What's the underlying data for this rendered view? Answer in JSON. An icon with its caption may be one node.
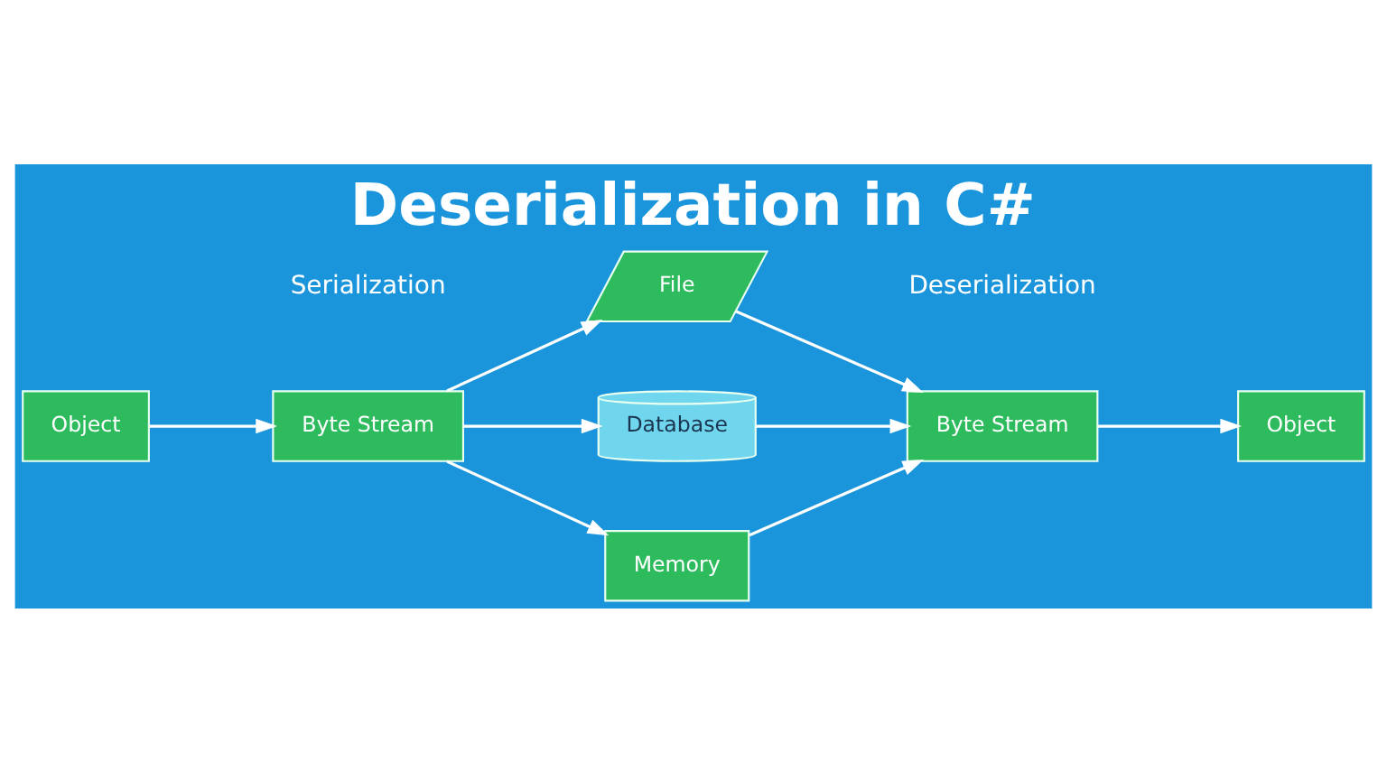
{
  "diagram": {
    "title": "Deserialization in C#",
    "nodes": [
      {
        "text": [
          "Object"
        ]
      },
      {
        "text": [
          "Byte Stream"
        ]
      },
      {
        "text": [
          "File"
        ]
      },
      {
        "text": [
          "Database"
        ]
      },
      {
        "text": [
          "Memory"
        ]
      },
      {
        "text": [
          "Byte Stream"
        ]
      },
      {
        "text": [
          "Object"
        ]
      }
    ],
    "edges": [
      {
        "from": 0,
        "to": 1,
        "arrow": "to"
      },
      {
        "from": 1,
        "to": 2,
        "arrow": "to"
      },
      {
        "from": 1,
        "to": 3,
        "arrow": "to"
      },
      {
        "from": 1,
        "to": 4,
        "arrow": "to"
      },
      {
        "from": 2,
        "to": 5,
        "arrow": "to"
      },
      {
        "from": 3,
        "to": 5,
        "arrow": "to"
      },
      {
        "from": 4,
        "to": 5,
        "arrow": "to"
      },
      {
        "from": 5,
        "to": 6,
        "arrow": "to"
      }
    ],
    "labels": [
      "Serialization",
      "Deserialization"
    ]
  }
}
